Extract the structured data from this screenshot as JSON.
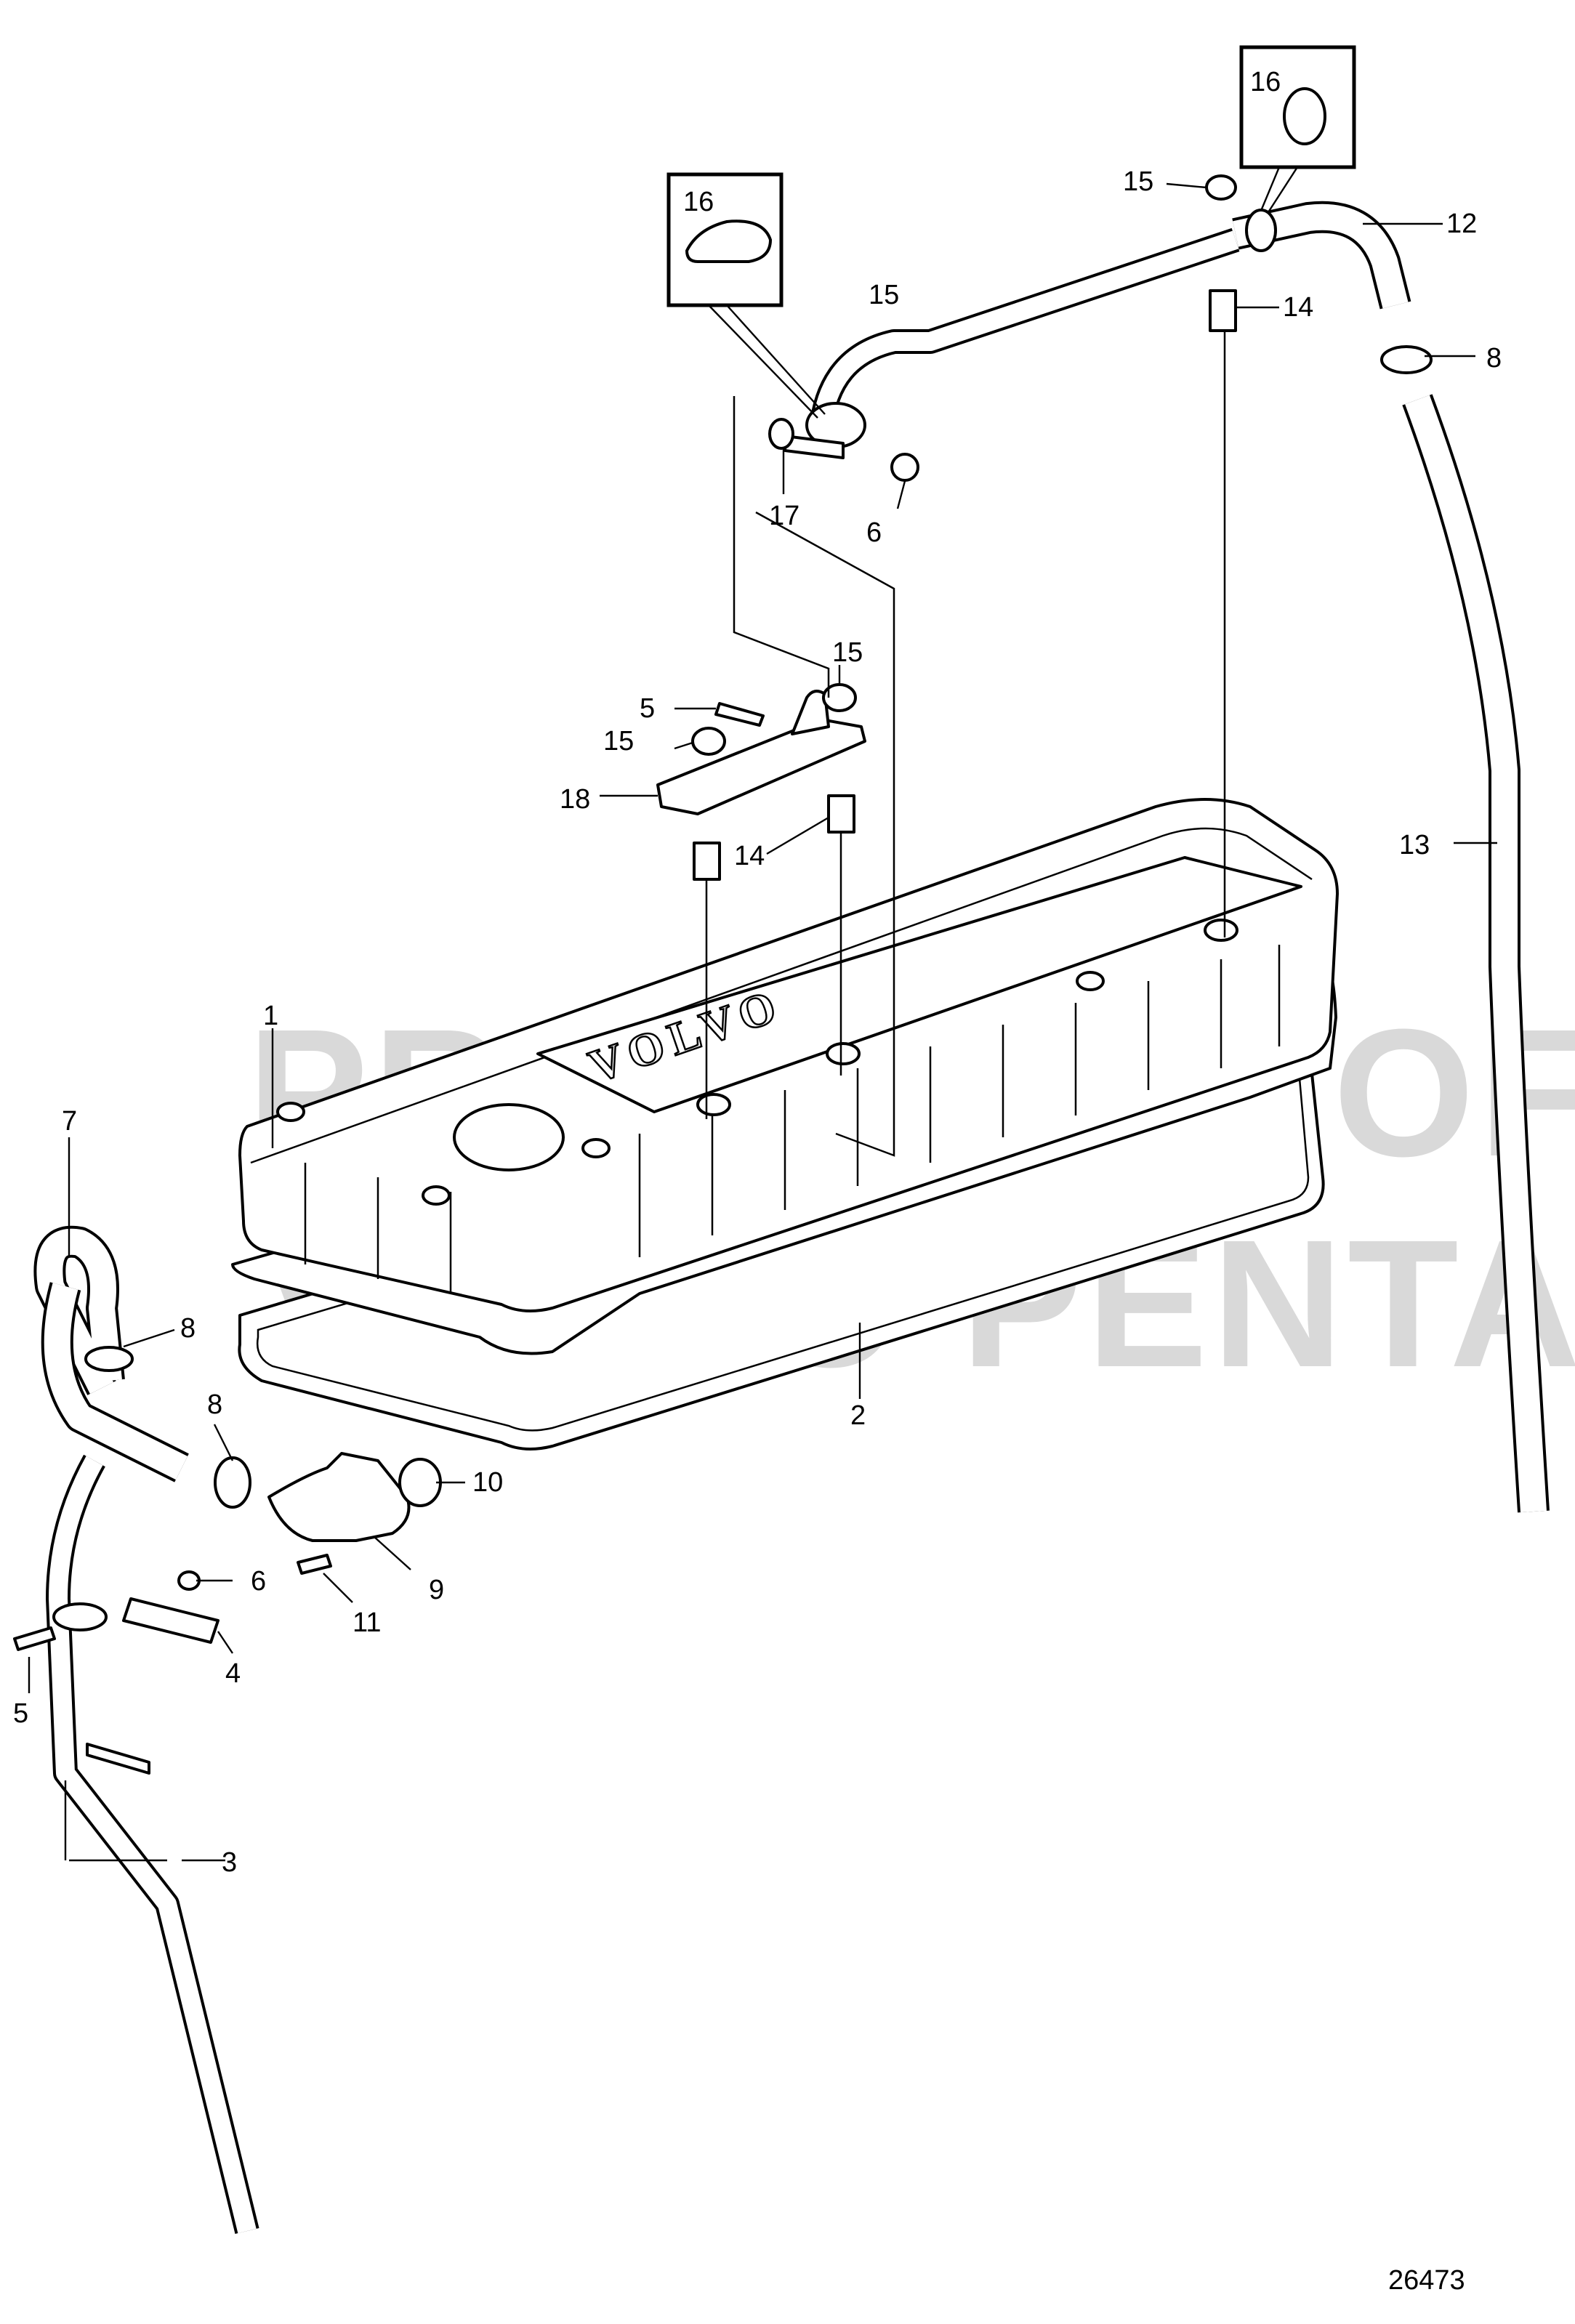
{
  "watermark": {
    "line1": "PROPERTY OF",
    "line2": "VOLVO PENTA"
  },
  "cover_brand": "VOLVO",
  "figure_number": "26473",
  "callouts": {
    "c1": "1",
    "c2": "2",
    "c3": "3",
    "c4": "4",
    "c5_bracket": "5",
    "c5_lower": "5",
    "c6_upper": "6",
    "c6_lower": "6",
    "c7": "7",
    "c8_right": "8",
    "c8_left_upper": "8",
    "c8_left_lower": "8",
    "c9": "9",
    "c10": "10",
    "c11": "11",
    "c12": "12",
    "c13": "13",
    "c14_right": "14",
    "c14_mid": "14",
    "c15_top_right": "15",
    "c15_pipe": "15",
    "c15_nut_right": "15",
    "c15_nut_left": "15",
    "c16_left_box": "16",
    "c16_right_box": "16",
    "c17": "17",
    "c18": "18"
  }
}
